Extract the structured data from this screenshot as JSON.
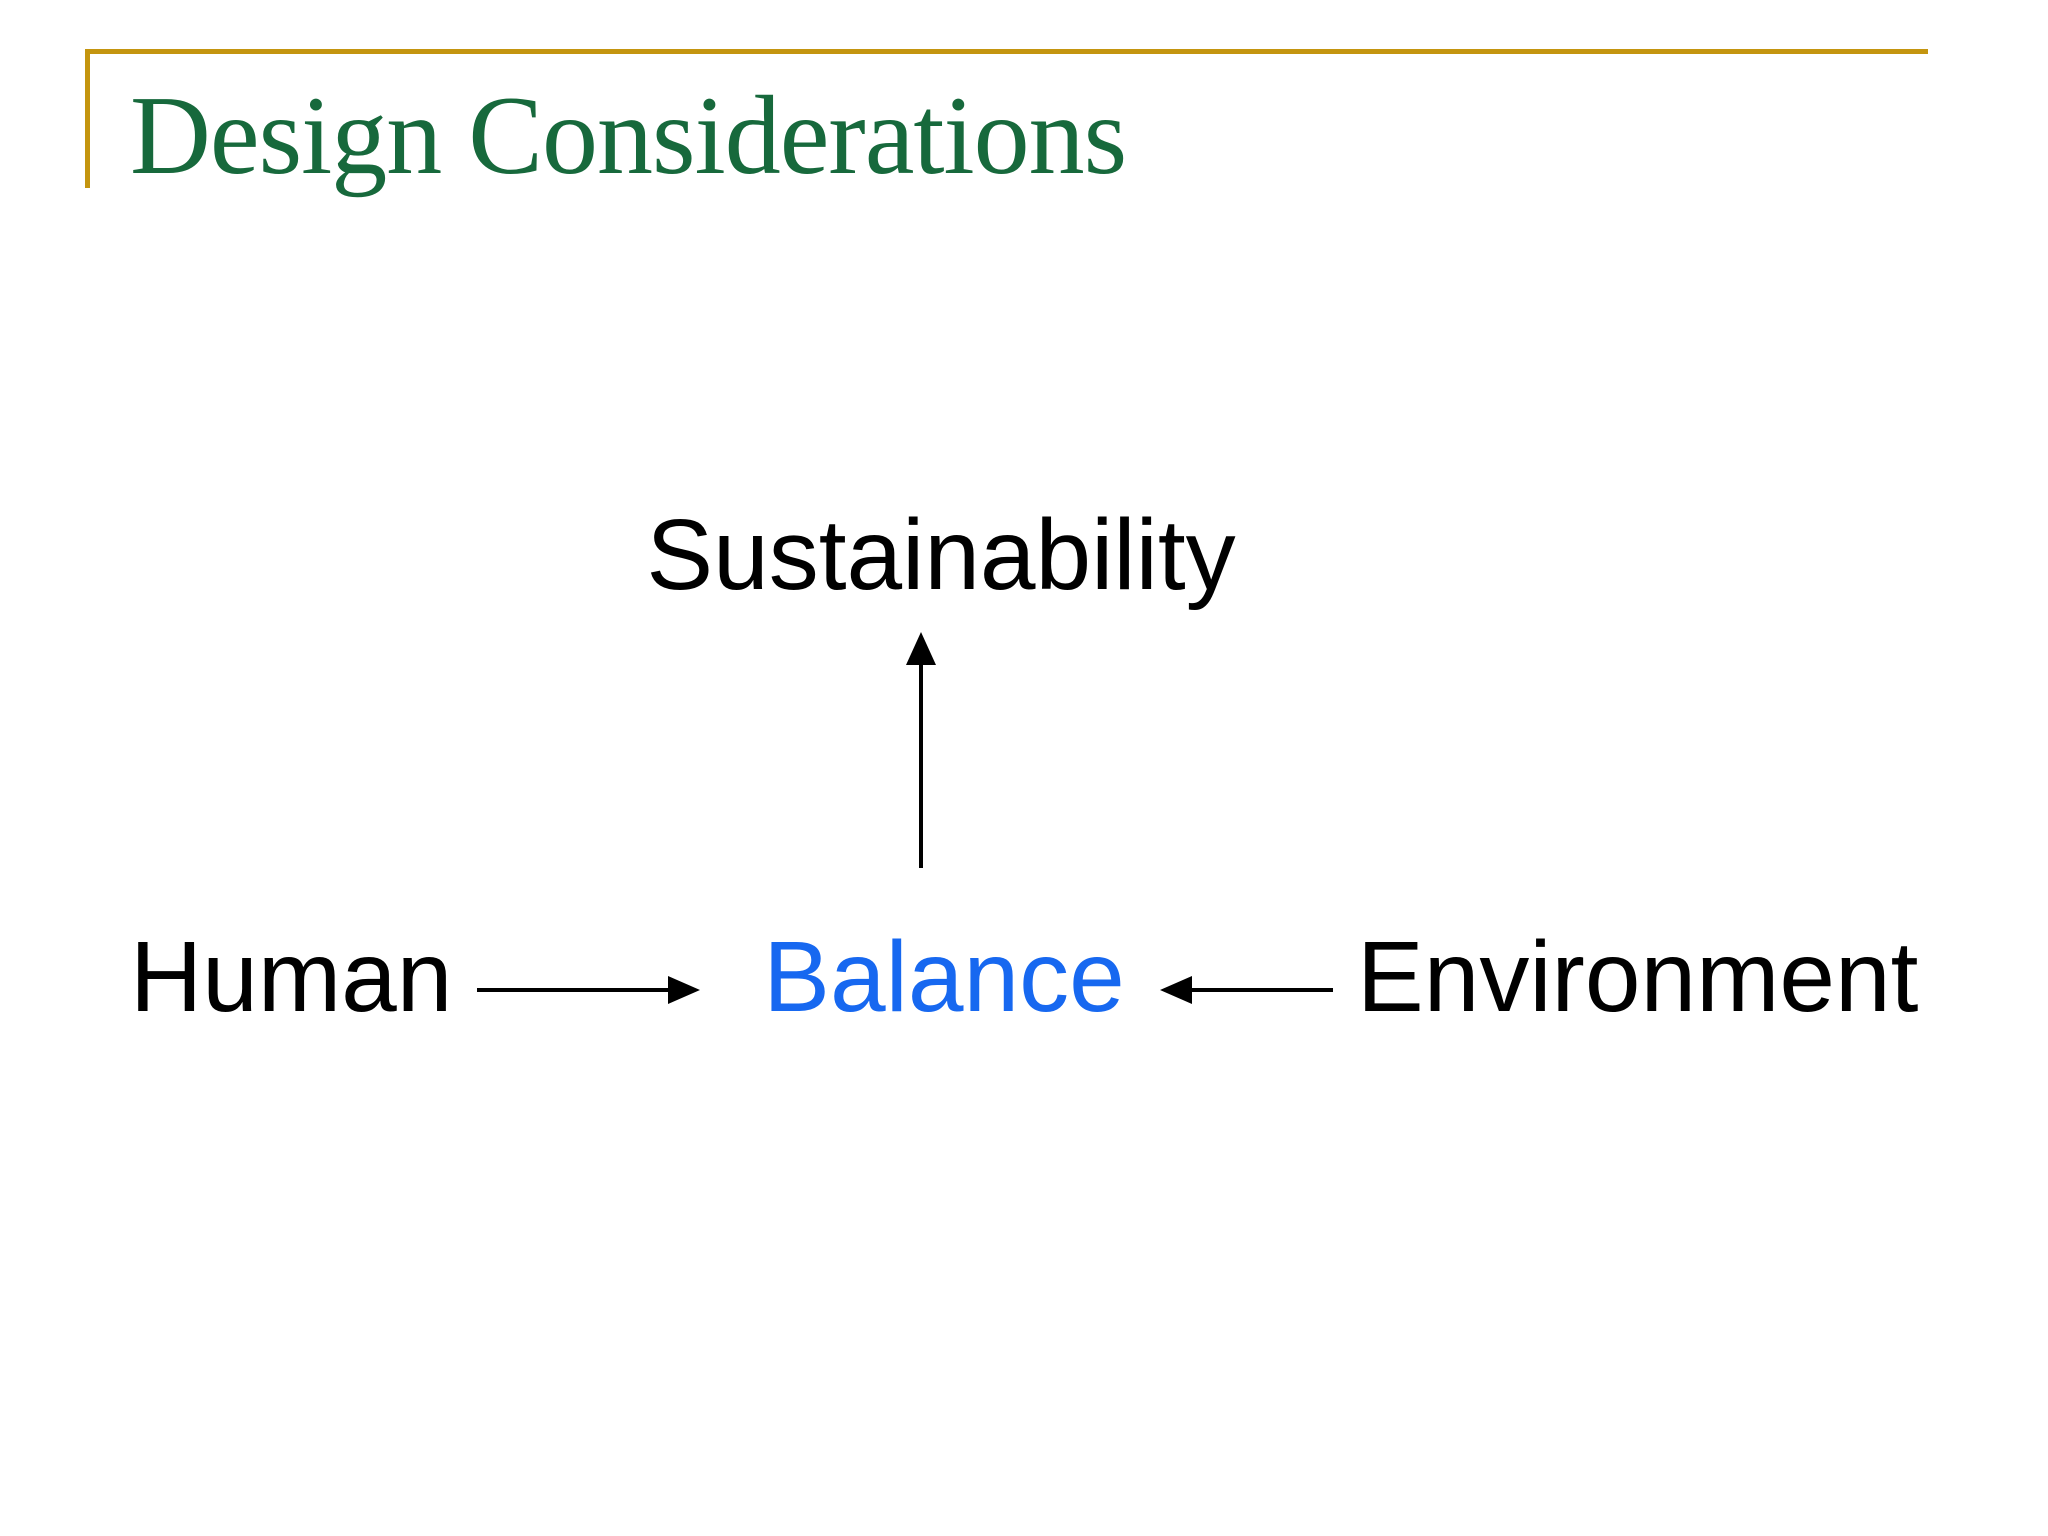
{
  "slide": {
    "title": "Design Considerations",
    "title_color": "#17693C",
    "accent_line_color": "#C4950F",
    "background_color": "#FFFFFF"
  },
  "diagram": {
    "top_node": "Sustainability",
    "left_node": "Human",
    "center_node": "Balance",
    "right_node": "Environment",
    "center_node_color": "#1768F0",
    "text_color": "#000000",
    "arrow_color": "#000000",
    "arrows": [
      {
        "name": "balance-to-sustainability-arrow",
        "from": "Balance",
        "to": "Sustainability",
        "direction": "up"
      },
      {
        "name": "human-to-balance-arrow",
        "from": "Human",
        "to": "Balance",
        "direction": "right"
      },
      {
        "name": "environment-to-balance-arrow",
        "from": "Environment",
        "to": "Balance",
        "direction": "left"
      }
    ]
  }
}
